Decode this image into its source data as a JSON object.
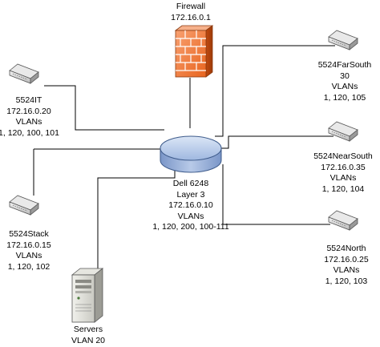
{
  "nodes": {
    "firewall": {
      "lines": [
        "Firewall",
        "172.16.0.1"
      ]
    },
    "core": {
      "lines": [
        "Dell 6248",
        "Layer 3",
        "172.16.0.10",
        "VLANs",
        "1, 120, 200, 100-111"
      ]
    },
    "it": {
      "lines": [
        "5524IT",
        "172.16.0.20",
        "VLANs",
        "1, 120, 100, 101"
      ]
    },
    "stack": {
      "lines": [
        "5524Stack",
        "172.16.0.15",
        "VLANs",
        "1, 120, 102"
      ]
    },
    "farsouth": {
      "lines": [
        "5524FarSouth",
        "30",
        "VLANs",
        "1, 120, 105"
      ]
    },
    "nearsouth": {
      "lines": [
        "5524NearSouth",
        "172.16.0.35",
        "VLANs",
        "1, 120, 104"
      ]
    },
    "north": {
      "lines": [
        "5524North",
        "172.16.0.25",
        "VLANs",
        "1, 120, 103"
      ]
    },
    "servers": {
      "lines": [
        "Servers",
        "VLAN 20"
      ]
    }
  }
}
